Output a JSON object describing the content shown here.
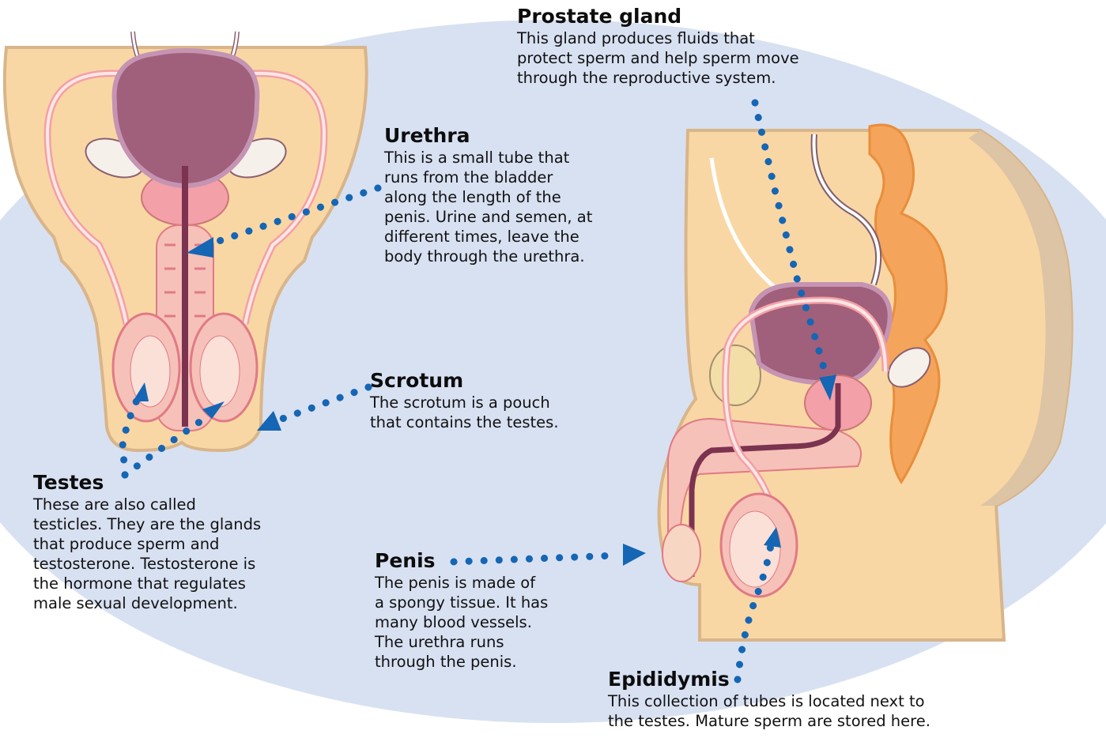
{
  "labels": {
    "prostate": {
      "title": "Prostate gland",
      "lines": [
        "This gland produces fluids that",
        "protect sperm and help sperm move",
        "through the reproductive system."
      ]
    },
    "urethra": {
      "title": "Urethra",
      "lines": [
        "This is a small tube that",
        "runs from the bladder",
        "along the length of the",
        "penis. Urine and semen, at",
        "different times, leave the",
        "body through the urethra."
      ]
    },
    "scrotum": {
      "title": "Scrotum",
      "lines": [
        "The scrotum is a pouch",
        "that contains the testes."
      ]
    },
    "testes": {
      "title": "Testes",
      "lines": [
        "These are also called",
        "testicles. They are the glands",
        "that produce sperm and",
        "testosterone. Testosterone is",
        "the hormone that regulates",
        "male sexual development."
      ]
    },
    "penis": {
      "title": "Penis",
      "lines": [
        "The penis is made of",
        "a spongy tissue. It has",
        "many blood vessels.",
        "The urethra runs",
        "through the penis."
      ]
    },
    "epididymis": {
      "title": "Epididymis",
      "lines": [
        "This collection of tubes is located next to",
        "the testes. Mature sperm are stored here."
      ]
    }
  },
  "colors": {
    "background_ellipse": "#d8e1f2",
    "skin": "#f9d7a4",
    "skin_outline": "#d8b58a",
    "bladder": "#a05f7a",
    "pink_tissue": "#f3a0a8",
    "leader_blue": "#1566b4",
    "colon": "#f5a45b"
  }
}
